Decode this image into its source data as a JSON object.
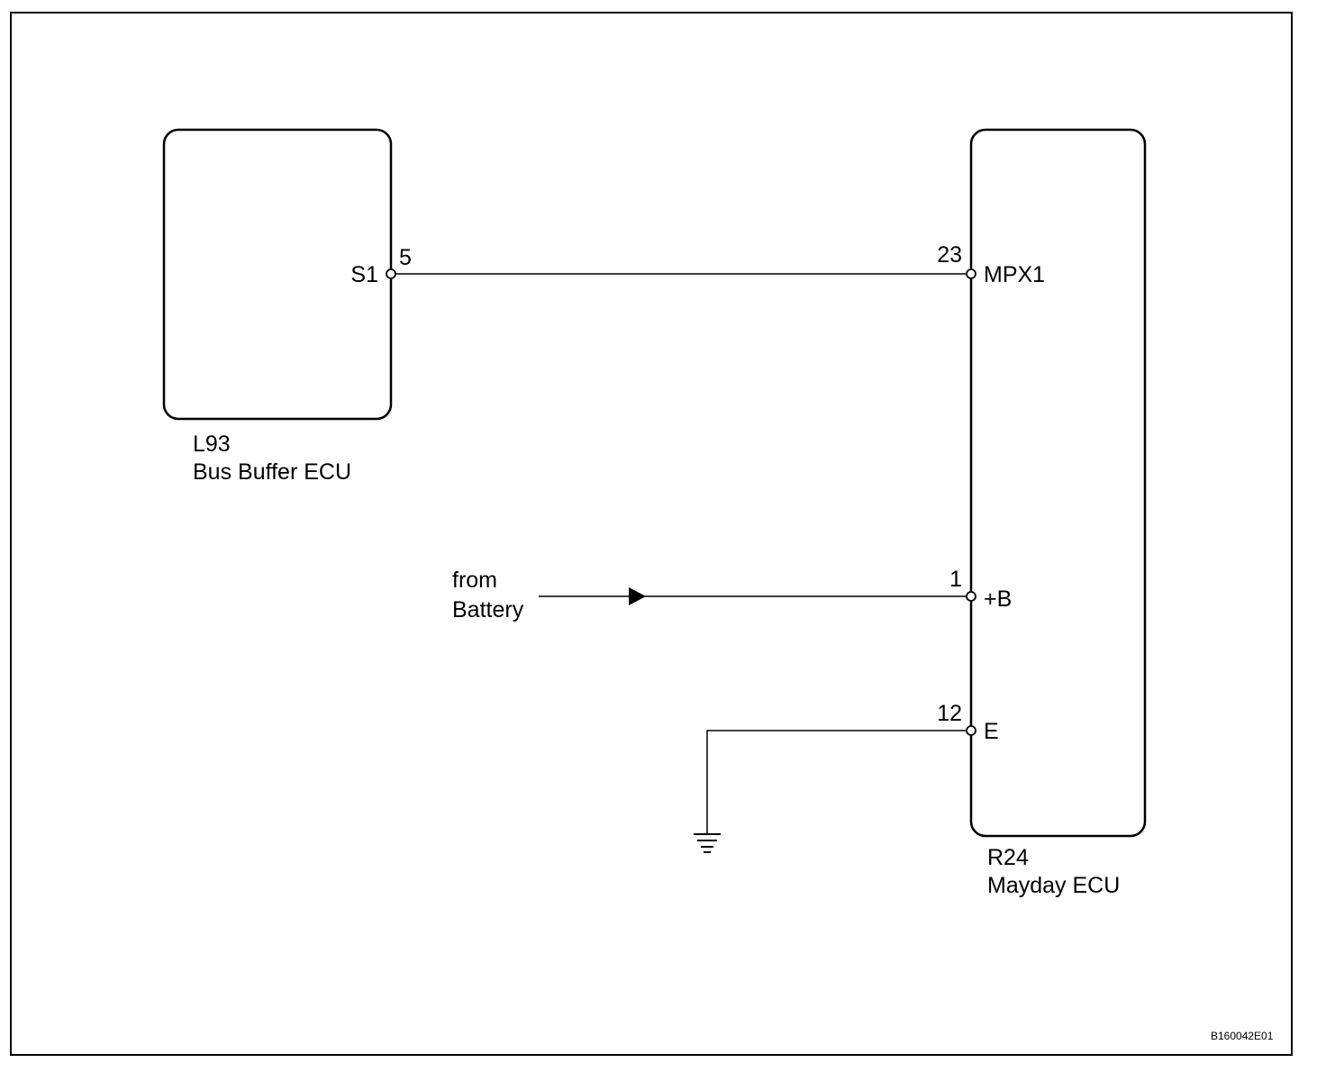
{
  "components": {
    "bus_buffer_ecu": {
      "code": "L93",
      "name": "Bus Buffer ECU"
    },
    "mayday_ecu": {
      "code": "R24",
      "name": "Mayday ECU"
    }
  },
  "pins": {
    "s1": {
      "name": "S1",
      "number": "5"
    },
    "mpx1": {
      "name": "MPX1",
      "number": "23"
    },
    "plus_b": {
      "name": "+B",
      "number": "1"
    },
    "e": {
      "name": "E",
      "number": "12"
    }
  },
  "battery_source": {
    "line1": "from",
    "line2": "Battery"
  },
  "figure_id": "B160042E01"
}
